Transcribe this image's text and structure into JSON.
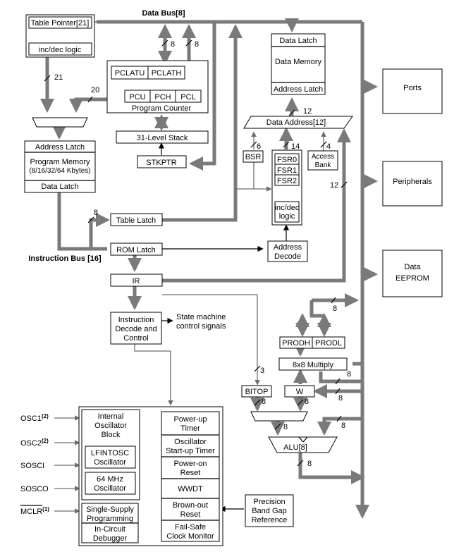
{
  "labels": {
    "data_bus": "Data Bus[8]",
    "instruction_bus": "Instruction Bus [16]",
    "table_pointer": "Table Pointer[21]",
    "inc_dec_logic": "inc/dec logic",
    "pclatu": "PCLATU",
    "pclath": "PCLATH",
    "pcu": "PCU",
    "pch": "PCH",
    "pcl": "PCL",
    "program_counter": "Program Counter",
    "stack": "31-Level Stack",
    "stkptr": "STKPTR",
    "address_latch": "Address Latch",
    "program_memory_1": "Program Memory",
    "program_memory_2": "(8/16/32/64 Kbytes)",
    "data_latch": "Data Latch",
    "table_latch": "Table Latch",
    "rom_latch": "ROM Latch",
    "ir": "IR",
    "instr_decode_1": "Instruction",
    "instr_decode_2": "Decode and",
    "instr_decode_3": "Control",
    "state_machine_1": "State machine",
    "state_machine_2": "control signals",
    "dm_data_latch": "Data Latch",
    "data_memory": "Data Memory",
    "dm_address_latch": "Address Latch",
    "data_address": "Data Address[12]",
    "bsr": "BSR",
    "fsr0": "FSR0",
    "fsr1": "FSR1",
    "fsr2": "FSR2",
    "fsr_inc_dec_1": "inc/dec",
    "fsr_inc_dec_2": "logic",
    "access_bank_1": "Access",
    "access_bank_2": "Bank",
    "address_decode_1": "Address",
    "address_decode_2": "Decode",
    "ports": "Ports",
    "peripherals": "Peripherals",
    "data_eeprom_1": "Data",
    "data_eeprom_2": "EEPROM",
    "prodh": "PRODH",
    "prodl": "PRODL",
    "multiply": "8x8 Multiply",
    "bitop": "BITOP",
    "w": "W",
    "alu": "ALU[8]",
    "internal_osc_1": "Internal",
    "internal_osc_2": "Oscillator",
    "internal_osc_3": "Block",
    "lfintosc_1": "LFINTOSC",
    "lfintosc_2": "Oscillator",
    "mhz_1": "64 MHz",
    "mhz_2": "Oscillator",
    "single_supply_1": "Single-Supply",
    "single_supply_2": "Programming",
    "icd_1": "In-Circuit",
    "icd_2": "Debugger",
    "powerup_1": "Power-up",
    "powerup_2": "Timer",
    "ost_1": "Oscillator",
    "ost_2": "Start-up Timer",
    "por_1": "Power-on",
    "por_2": "Reset",
    "wwdt": "WWDT",
    "bor_1": "Brown-out",
    "bor_2": "Reset",
    "fscm_1": "Fail-Safe",
    "fscm_2": "Clock Monitor",
    "bandgap_1": "Precision",
    "bandgap_2": "Band Gap",
    "bandgap_3": "Reference",
    "osc1": "OSC1",
    "osc1_note": "(2)",
    "osc2": "OSC2",
    "osc2_note": "(2)",
    "sosci": "SOSCI",
    "sosco": "SOSCO",
    "mclr": "MCLR",
    "mclr_note": "(1)"
  },
  "bus_widths": {
    "pclath_bus": "8",
    "pcl_bus": "8",
    "table_pointer_bus": "21",
    "pc_to_mux": "20",
    "table_latch_in": "8",
    "data_address_out": "12",
    "bsr_width": "6",
    "fsr_width": "14",
    "access_width": "4",
    "peripheral_bus": "12",
    "prod_bus": "8",
    "bitop_in": "3",
    "bitop_out": "8",
    "w_out": "8",
    "w_in_1": "8",
    "w_in_2": "8",
    "alu_in_a": "8",
    "alu_in_b": "8",
    "alu_out": "8"
  }
}
